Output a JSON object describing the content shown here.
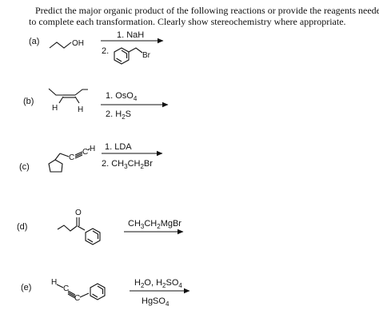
{
  "instructions": {
    "line1": "Predict the major organic product of the following reactions or provide the reagents needed",
    "line2": "to complete each transformation. Clearly show stereochemistry where appropriate."
  },
  "problems": [
    {
      "label": "(a)",
      "atom_labels": {
        "oh": "OH",
        "br": "Br"
      },
      "reagent_step1": "1. NaH",
      "reagent_step2": "2."
    },
    {
      "label": "(b)",
      "atom_labels": {
        "h_left": "H",
        "h_right": "H"
      },
      "reagent_step1": {
        "pre": "1. OsO",
        "sub": "4"
      },
      "reagent_step2": {
        "pre": "2. H",
        "sub": "2",
        "post": "S"
      }
    },
    {
      "label": "(c)",
      "atom_labels": {
        "c1": "C",
        "c2": "C",
        "h": "H"
      },
      "reagent_step1": "1. LDA",
      "reagent_step2": {
        "pre": "2. CH",
        "sub1": "3",
        "mid": "CH",
        "sub2": "2",
        "post": "Br"
      }
    },
    {
      "label": "(d)",
      "atom_labels": {
        "o": "O"
      },
      "reagent": {
        "pre": "CH",
        "sub1": "3",
        "mid": "CH",
        "sub2": "2",
        "post": "MgBr"
      }
    },
    {
      "label": "(e)",
      "atom_labels": {
        "h": "H",
        "c1": "C",
        "c2": "C"
      },
      "reagent_above": {
        "pre": "H",
        "sub1": "2",
        "mid": "O, H",
        "sub2": "2",
        "mid2": "SO",
        "sub3": "4"
      },
      "reagent_below": {
        "pre": "HgSO",
        "sub": "4"
      }
    }
  ]
}
